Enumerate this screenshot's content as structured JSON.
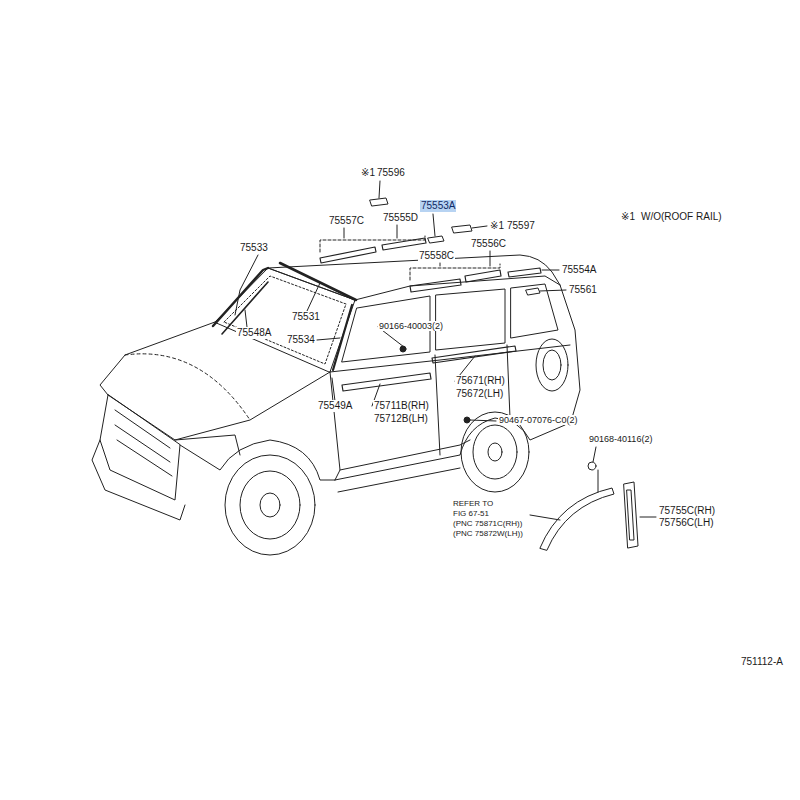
{
  "diagram": {
    "labels": [
      "※1",
      "75596",
      "75553A",
      "※1",
      "75597",
      "※1",
      "W/O(ROOF RAIL)",
      "75557C",
      "75555D",
      "75533",
      "75556C",
      "75558C",
      "75554A",
      "75561",
      "75531",
      "75548A",
      "90166-40003(2)",
      "75534",
      "75671(RH)",
      "75672(LH)",
      "75549A",
      "75711B(RH)",
      "75712B(LH)",
      "90467-07076-C0(2)",
      "90168-40116(2)",
      "REFER TO",
      "FIG 67-51",
      "(PNC 75871C(RH))",
      "(PNC 75872W(LH))",
      "75755C(RH)",
      "75756C(LH)",
      "751112-A"
    ]
  }
}
